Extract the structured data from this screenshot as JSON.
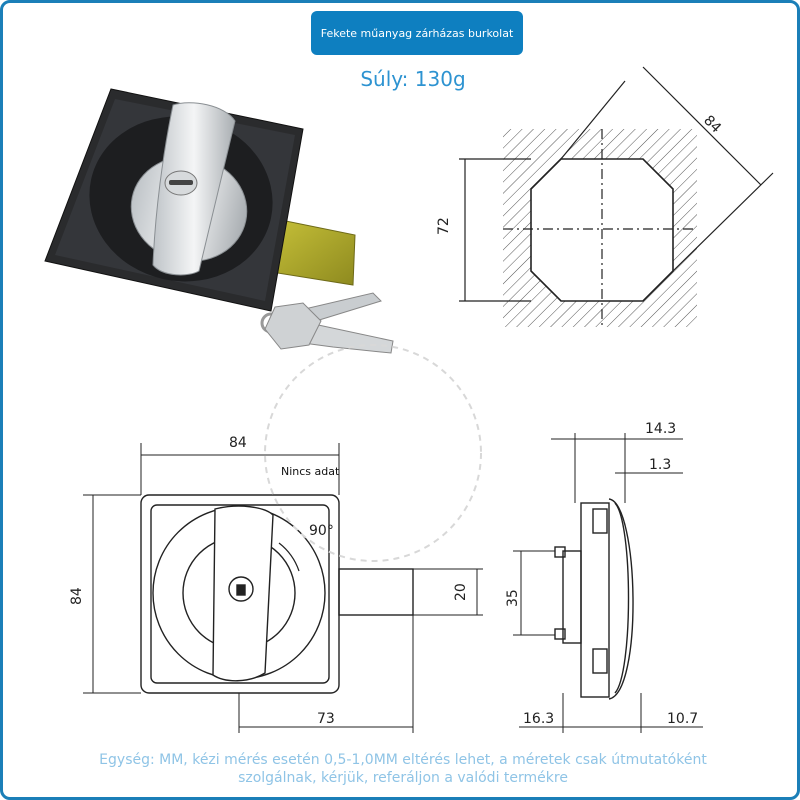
{
  "banner": {
    "text": "Fekete műanyag zárházas burkolat"
  },
  "weight": {
    "text": "Súly: 130g"
  },
  "note": {
    "text": "Nincs adat"
  },
  "dimensions": {
    "top_diag": "84",
    "top_height": "72",
    "front_width": "84",
    "front_height": "84",
    "front_angle": "90°",
    "front_tongue": "20",
    "front_bottom": "73",
    "side_top": "14.3",
    "side_top2": "1.3",
    "side_height": "35",
    "side_bottom_left": "16.3",
    "side_bottom_right": "10.7"
  },
  "footer": {
    "line1": "Egység: MM, kézi mérés esetén 0,5-1,0MM eltérés lehet, a méretek csak útmutatóként",
    "line2": "szolgálnak, kérjük, referáljon a valódi termékre"
  },
  "colors": {
    "accent": "#0e7fc0",
    "frame": "#1b7fb8",
    "weight": "#2d93d1",
    "footer": "#8fc4e6"
  }
}
